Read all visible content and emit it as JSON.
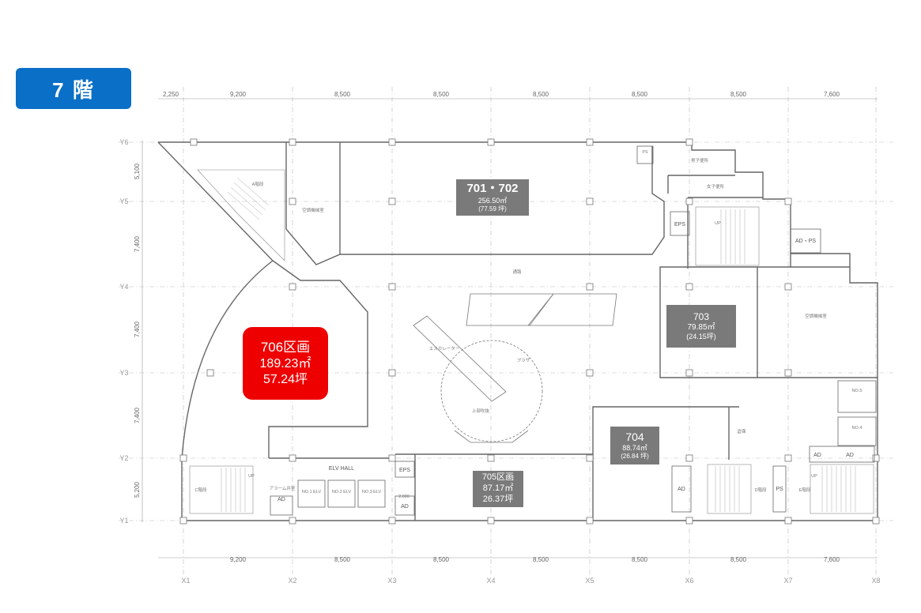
{
  "floor_label": "7 階",
  "top_dims": [
    "2,250",
    "9,200",
    "8,500",
    "8,500",
    "8,500",
    "8,500",
    "8,500",
    "7,600"
  ],
  "bottom_dims": [
    "9,200",
    "8,500",
    "8,500",
    "8,500",
    "8,500",
    "8,500",
    "7,600"
  ],
  "left_dims": [
    "5,100",
    "7,400",
    "7,400",
    "7,400",
    "5,200"
  ],
  "y_axes": [
    "Y6",
    "Y5",
    "Y4",
    "Y3",
    "Y2",
    "Y1"
  ],
  "x_axes": [
    "X1",
    "X2",
    "X3",
    "X4",
    "X5",
    "X6",
    "X7",
    "X8"
  ],
  "units": {
    "u701": {
      "name": "701・702",
      "area": "256.50㎡",
      "tsubo": "(77.59 坪)"
    },
    "u703": {
      "name": "703",
      "area": "79.85㎡",
      "tsubo": "(24.15坪)"
    },
    "u704": {
      "name": "704",
      "area": "88.74㎡",
      "tsubo": "(26.84 坪)"
    },
    "u705": {
      "name": "705区画",
      "area": "87.17㎡",
      "tsubo": "26.37坪"
    },
    "u706": {
      "name": "706区画",
      "area": "189.23㎡",
      "tsubo": "57.24坪"
    }
  },
  "labels": {
    "elv_hall": "ELV HALL",
    "eps": "EPS",
    "ad": "AD",
    "ps": "PS",
    "elv1": "NO.1 ELV",
    "elv2": "NO.2 ELV",
    "elv3": "NO.3 ELV",
    "elv4": "NO.4",
    "elv5": "NO.5",
    "c_stair": "C階段",
    "d_stair": "D階段",
    "e_stair": "E階段",
    "a_stair": "A階段",
    "ad_ps": "AD・PS",
    "escalator": "エスカレーター",
    "plaza": "プラザ",
    "corridor": "通路",
    "dim_2000": "2,000",
    "mens_wc": "男子便所",
    "womens_wc": "女子便所",
    "mech_room": "空調機械室",
    "storage": "倉庫",
    "alarm": "アラーム弁室",
    "upper_void": "上部吹抜",
    "up": "UP"
  }
}
